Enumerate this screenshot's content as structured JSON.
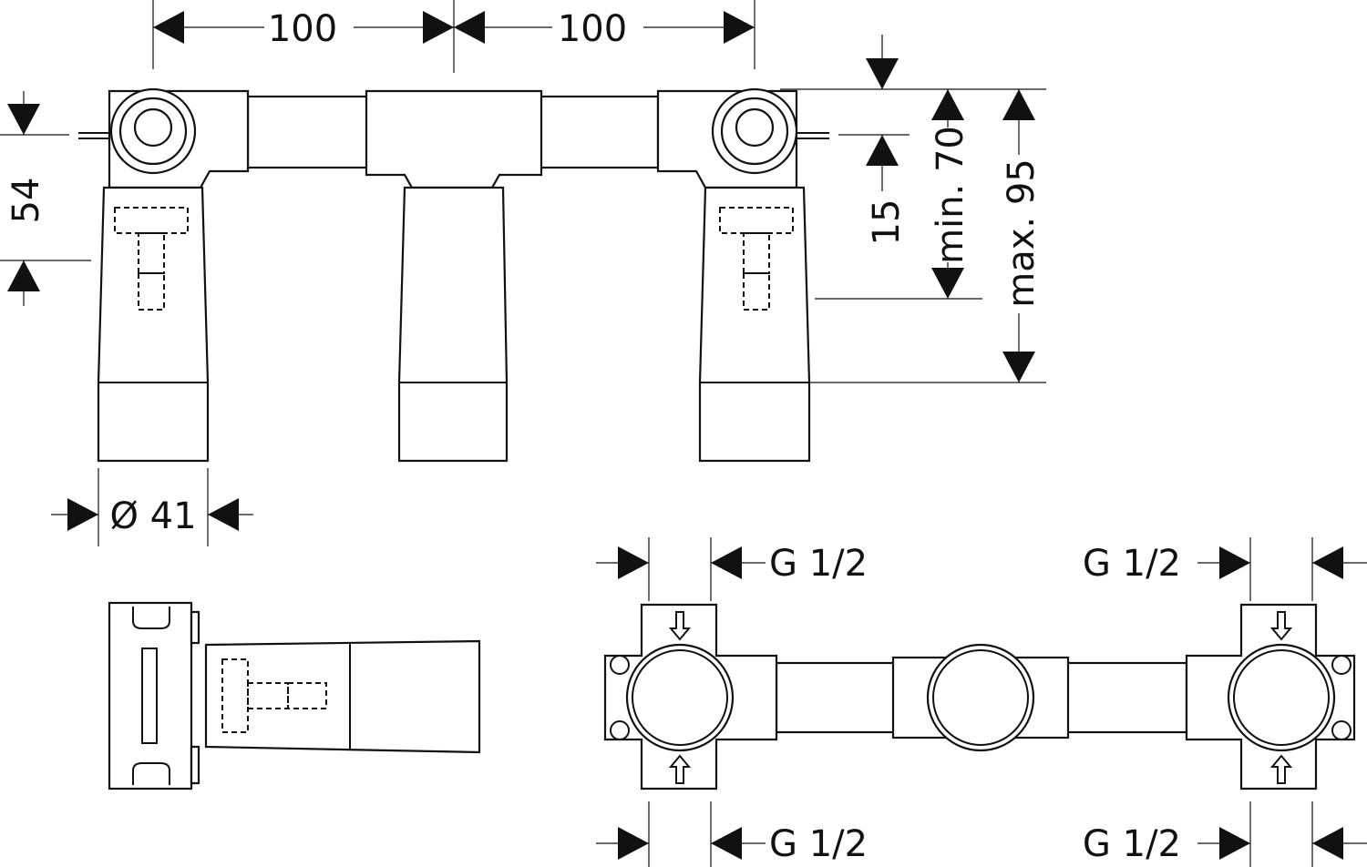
{
  "colors": {
    "line": "#111111",
    "background": "#ffffff"
  },
  "dimensions": {
    "top_spacing_left": "100",
    "top_spacing_right": "100",
    "height_54": "54",
    "height_15": "15",
    "min_70": "min. 70",
    "max_95": "max. 95",
    "diameter": "Ø 41",
    "thread_top_left": "G 1/2",
    "thread_top_right": "G 1/2",
    "thread_bottom_left": "G 1/2",
    "thread_bottom_right": "G 1/2"
  }
}
